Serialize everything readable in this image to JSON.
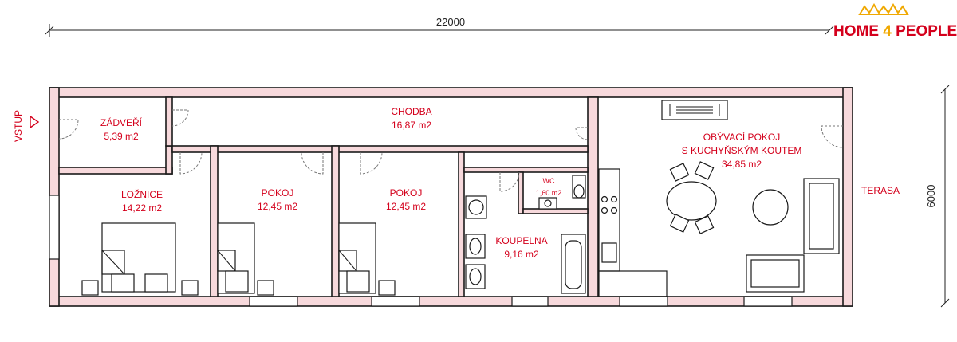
{
  "dimensions": {
    "width_label": "22000",
    "height_label": "6000"
  },
  "entrance_label": "VSTUP",
  "terrace_label": "TERASA",
  "logo": {
    "part1": "HOME ",
    "part2": "4",
    "part3": " PEOPLE",
    "crown_color": "#f0a800",
    "brand_color": "#d4001c"
  },
  "rooms": {
    "zadveri": {
      "name": "ZÁDVEŘÍ",
      "area": "5,39 m2"
    },
    "chodba": {
      "name": "CHODBA",
      "area": "16,87 m2"
    },
    "loznice": {
      "name": "LOŽNICE",
      "area": "14,22 m2"
    },
    "pokoj1": {
      "name": "POKOJ",
      "area": "12,45 m2"
    },
    "pokoj2": {
      "name": "POKOJ",
      "area": "12,45 m2"
    },
    "koupelna": {
      "name": "KOUPELNA",
      "area": "9,16 m2"
    },
    "wc": {
      "name": "WC",
      "area": "1,60 m2"
    },
    "obyvaci": {
      "name": "OBÝVACÍ POKOJ",
      "subtitle": "S KUCHYŇSKÝM KOUTEM",
      "area": "34,85 m2"
    }
  },
  "colors": {
    "wall_fill": "#f7d9dc",
    "label": "#d4001c"
  }
}
